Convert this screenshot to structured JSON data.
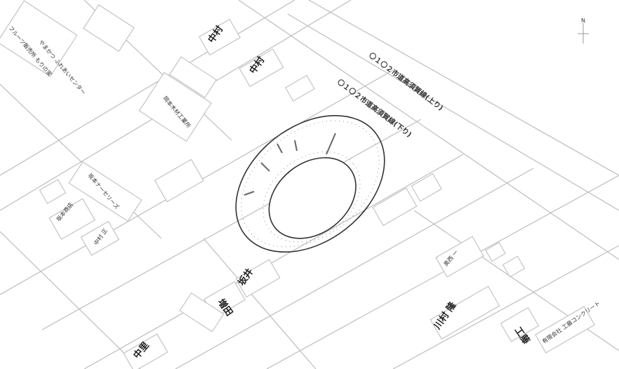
{
  "map": {
    "north_label": "N",
    "roads": [
      {
        "label": "〇１〇２市道高須賀線(上り)"
      },
      {
        "label": "〇１〇２市道高須賀線(下り)"
      }
    ],
    "buildings": [
      {
        "label": "フルーツ販売所 もりの家"
      },
      {
        "label": "やまかつ ふれあいセンター"
      },
      {
        "label": "中村"
      },
      {
        "label": "中村"
      },
      {
        "label": "岡本木材工業所"
      },
      {
        "label": "坂本ナーセリーズ"
      },
      {
        "label": "坂本商店"
      },
      {
        "label": "中村 正"
      },
      {
        "label": "坂井"
      },
      {
        "label": "増田"
      },
      {
        "label": "中里"
      },
      {
        "label": "奥西 一"
      },
      {
        "label": "川村 隆"
      },
      {
        "label": "工藤"
      },
      {
        "label": "有限会社 工藤コンクリート"
      }
    ]
  }
}
